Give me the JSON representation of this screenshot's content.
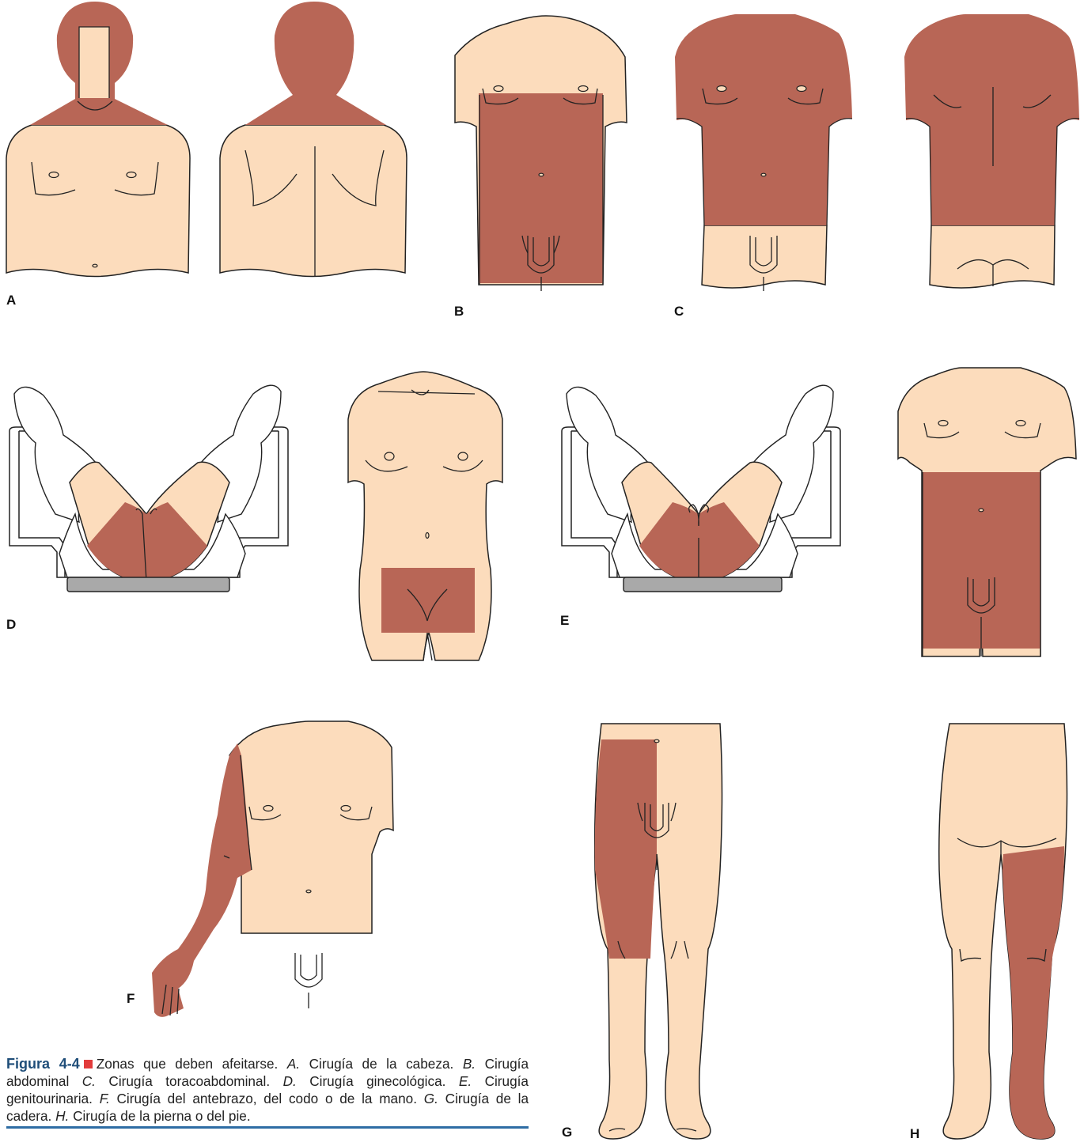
{
  "colors": {
    "skin": "#fcdcbc",
    "shaved": "#b86656",
    "outline": "#222222",
    "table": "#a9a9a9",
    "caption_title": "#1f4e79",
    "caption_marker": "#e23b3b",
    "rule": "#2e6da4"
  },
  "labels": {
    "A": "A",
    "B": "B",
    "C": "C",
    "D": "D",
    "E": "E",
    "F": "F",
    "G": "G",
    "H": "H"
  },
  "caption": {
    "figure": "Figura 4-4",
    "title": "Zonas que deben afeitarse.",
    "items": [
      {
        "letter": "A.",
        "text": "Cirugía de la cabeza."
      },
      {
        "letter": "B.",
        "text": "Cirugía abdominal"
      },
      {
        "letter": "C.",
        "text": "Cirugía toracoabdominal."
      },
      {
        "letter": "D.",
        "text": "Cirugía ginecológica."
      },
      {
        "letter": "E.",
        "text": "Cirugía genitourinaria."
      },
      {
        "letter": "F.",
        "text": "Cirugía del antebrazo, del codo o de la mano."
      },
      {
        "letter": "G.",
        "text": "Cirugía de la cadera."
      },
      {
        "letter": "H.",
        "text": "Cirugía de la pierna o del pie."
      }
    ]
  }
}
